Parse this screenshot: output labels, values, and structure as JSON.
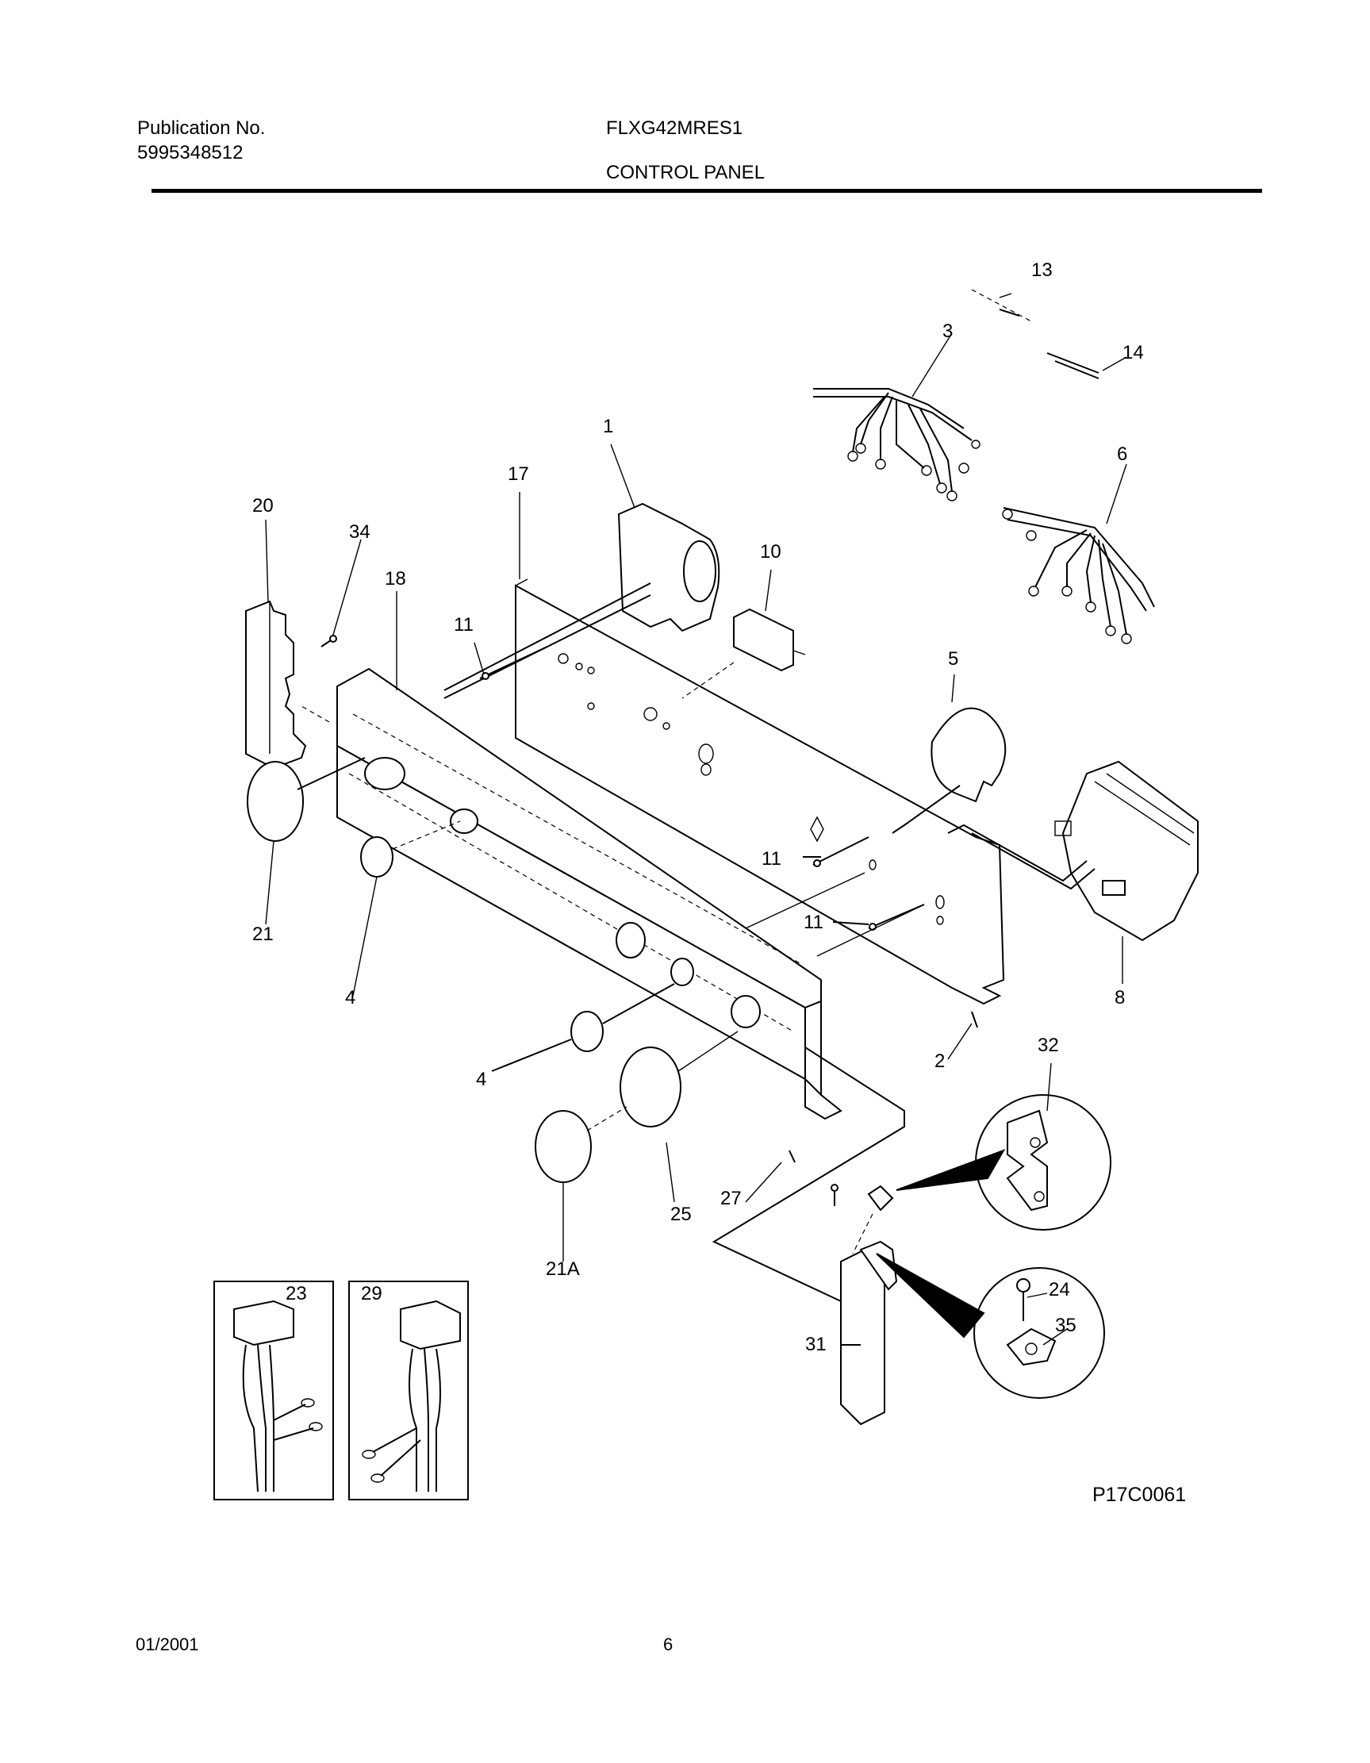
{
  "header": {
    "publication_label": "Publication No.",
    "publication_number": "5995348512",
    "model": "FLXG42MRES1",
    "section": "CONTROL PANEL"
  },
  "callouts": {
    "c1": "1",
    "c2": "2",
    "c3": "3",
    "c4a": "4",
    "c4b": "4",
    "c5": "5",
    "c6": "6",
    "c8": "8",
    "c10": "10",
    "c11a": "11",
    "c11b": "11",
    "c11c": "11",
    "c13": "13",
    "c14": "14",
    "c17": "17",
    "c18": "18",
    "c20": "20",
    "c21": "21",
    "c21a": "21A",
    "c23": "23",
    "c24": "24",
    "c25": "25",
    "c27": "27",
    "c29": "29",
    "c31": "31",
    "c32": "32",
    "c34": "34",
    "c35": "35"
  },
  "figure_code": "P17C0061",
  "footer": {
    "date": "01/2001",
    "page": "6"
  }
}
